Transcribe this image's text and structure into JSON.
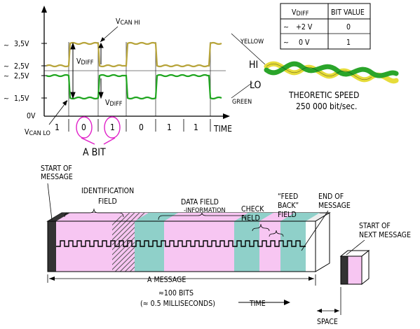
{
  "top": {
    "y_ticks": [
      "3,5V",
      "2,5V",
      "2,5V",
      "1,5V",
      "0V"
    ],
    "vcan_hi": "V",
    "vcan_hi_sub": "CAN HI",
    "vcan_lo": "V",
    "vcan_lo_sub": "CAN LO",
    "vdiff_top": "V",
    "vdiff_top_sub": "DIFF",
    "vdiff_bottom": "V",
    "vdiff_bottom_sub": "DIFF",
    "bits": [
      "1",
      "0",
      "1",
      "0",
      "1",
      "1"
    ],
    "time": "TIME",
    "a_bit": "A  BIT",
    "table": {
      "header_col1": "V",
      "header_col1_sub": "DIFF",
      "header_col2": "BIT VALUE",
      "rows": [
        {
          "symbol": "∼",
          "voltage": "+2  V",
          "bit": "0"
        },
        {
          "symbol": "∼",
          "voltage": "0  V",
          "bit": "1"
        }
      ]
    },
    "wire": {
      "yellow": "YELLOW",
      "green": "GREEN",
      "hi": "HI",
      "lo": "LO",
      "speed_title": "THEORETIC  SPEED",
      "speed_value": "250 000  bit/sec."
    },
    "colors": {
      "hi": "#b7a43a",
      "lo": "#1fa51f",
      "pink": "#e020c8"
    }
  },
  "bottom": {
    "start_of_message": [
      "START  OF",
      "MESSAGE"
    ],
    "identification_field": [
      "IDENTIFICATION",
      "FIELD"
    ],
    "data_field": [
      "DATA FIELD",
      "-INFORMATION"
    ],
    "check_field": [
      "CHECK",
      "FIELD"
    ],
    "feed_back_field": [
      "“FEED",
      "BACK”",
      "FIELD"
    ],
    "end_of_message": [
      "END OF",
      "MESSAGE"
    ],
    "start_of_next_message": [
      "START  OF",
      "NEXT MESSAGE"
    ],
    "a_message": "A  MESSAGE",
    "bits_approx": "≈100  BITS",
    "ms_approx": "(≈ 0.5  MILLISECONDS)",
    "time": "TIME",
    "space": "SPACE",
    "colors": {
      "pink": "#f7c6f2",
      "teal": "#8fd0c9",
      "black": "#333333"
    }
  }
}
